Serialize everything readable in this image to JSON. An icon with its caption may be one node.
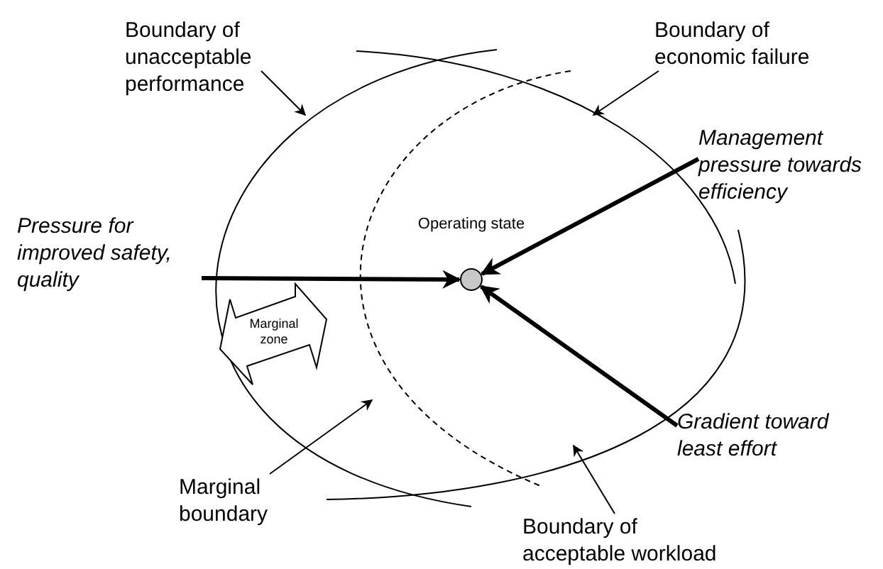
{
  "diagram": {
    "nodes": [
      {
        "text": [
          "Boundary of unacceptable performance"
        ]
      },
      {
        "text": [
          "Boundary of economic failure"
        ]
      },
      {
        "text": [
          "Management pressure towards efficiency"
        ]
      },
      {
        "text": [
          "Pressure for improved safety, quality"
        ]
      },
      {
        "text": [],
        "shape": "circle",
        "beside": [
          "Operating state"
        ]
      },
      {
        "text": [
          "Marginal zone"
        ]
      },
      {
        "text": [
          "Gradient toward least effort"
        ]
      },
      {
        "text": [
          "Marginal boundary"
        ]
      },
      {
        "text": [
          "Boundary of acceptable workload"
        ]
      }
    ],
    "edges": [
      {
        "from": 0,
        "to": null,
        "arrow": "to"
      },
      {
        "from": 1,
        "to": null,
        "arrow": "to"
      },
      {
        "from": 2,
        "to": 4,
        "arrow": "to",
        "style": "thick"
      },
      {
        "from": 3,
        "to": 4,
        "arrow": "to",
        "style": "thick"
      },
      {
        "from": 6,
        "to": 4,
        "arrow": "to",
        "style": "thick"
      },
      {
        "from": 7,
        "to": null,
        "arrow": "to"
      },
      {
        "from": 8,
        "to": null,
        "arrow": "to"
      }
    ]
  }
}
